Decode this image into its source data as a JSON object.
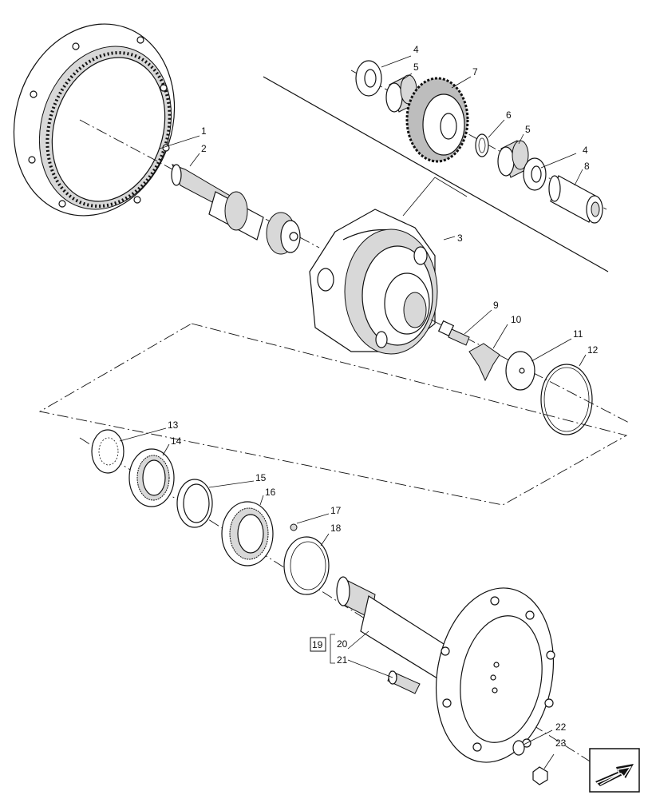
{
  "diagram": {
    "callouts": [
      {
        "id": "c1",
        "text": "1"
      },
      {
        "id": "c2",
        "text": "2"
      },
      {
        "id": "c3",
        "text": "3"
      },
      {
        "id": "c4a",
        "text": "4"
      },
      {
        "id": "c5a",
        "text": "5"
      },
      {
        "id": "c7",
        "text": "7"
      },
      {
        "id": "c6",
        "text": "6"
      },
      {
        "id": "c5b",
        "text": "5"
      },
      {
        "id": "c4b",
        "text": "4"
      },
      {
        "id": "c8",
        "text": "8"
      },
      {
        "id": "c9",
        "text": "9"
      },
      {
        "id": "c10",
        "text": "10"
      },
      {
        "id": "c11",
        "text": "11"
      },
      {
        "id": "c12",
        "text": "12"
      },
      {
        "id": "c13",
        "text": "13"
      },
      {
        "id": "c14",
        "text": "14"
      },
      {
        "id": "c15",
        "text": "15"
      },
      {
        "id": "c16",
        "text": "16"
      },
      {
        "id": "c17",
        "text": "17"
      },
      {
        "id": "c18",
        "text": "18"
      },
      {
        "id": "c19",
        "text": "19"
      },
      {
        "id": "c20",
        "text": "20"
      },
      {
        "id": "c21",
        "text": "21"
      },
      {
        "id": "c22",
        "text": "22"
      },
      {
        "id": "c23",
        "text": "23"
      }
    ]
  },
  "nav": {
    "icon": "next-page-arrow-icon"
  }
}
